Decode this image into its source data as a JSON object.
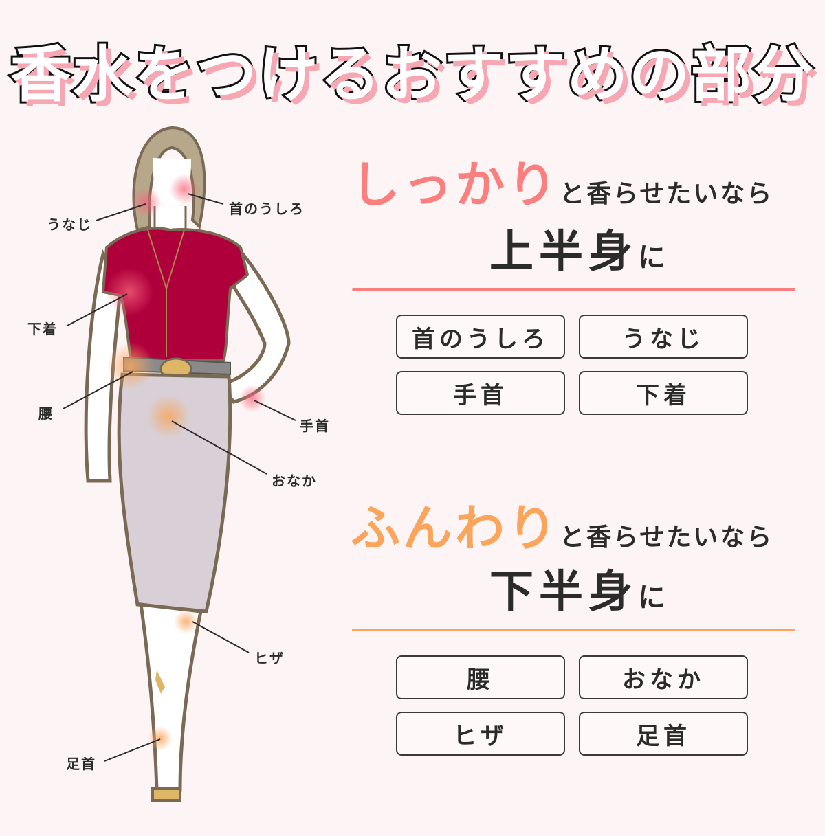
{
  "title": "香水をつけるおすすめの部分",
  "colors": {
    "background": "#fdf5f5",
    "upper_accent": "#fb7f7f",
    "lower_accent": "#fba45c",
    "shirt": "#b0003c",
    "skirt": "#d8d0d6",
    "outline": "#7a6a55",
    "gold": "#ddb767"
  },
  "figure": {
    "callouts": [
      {
        "id": "unaji",
        "label": "うなじ",
        "zone": "upper"
      },
      {
        "id": "kubi_ushiro",
        "label": "首のうしろ",
        "zone": "upper"
      },
      {
        "id": "shitagi",
        "label": "下着",
        "zone": "upper"
      },
      {
        "id": "koshi",
        "label": "腰",
        "zone": "lower"
      },
      {
        "id": "tekubi",
        "label": "手首",
        "zone": "upper"
      },
      {
        "id": "onaka",
        "label": "おなか",
        "zone": "lower"
      },
      {
        "id": "hiza",
        "label": "ヒザ",
        "zone": "lower"
      },
      {
        "id": "ashikubi",
        "label": "足首",
        "zone": "lower"
      }
    ]
  },
  "upper": {
    "accent_word": "しっかり",
    "rest": "と香らせたいなら",
    "target_big": "上半身",
    "target_suffix": "に",
    "chips": [
      "首のうしろ",
      "うなじ",
      "手首",
      "下着"
    ]
  },
  "lower": {
    "accent_word": "ふんわり",
    "rest": "と香らせたいなら",
    "target_big": "下半身",
    "target_suffix": "に",
    "chips": [
      "腰",
      "おなか",
      "ヒザ",
      "足首"
    ]
  }
}
